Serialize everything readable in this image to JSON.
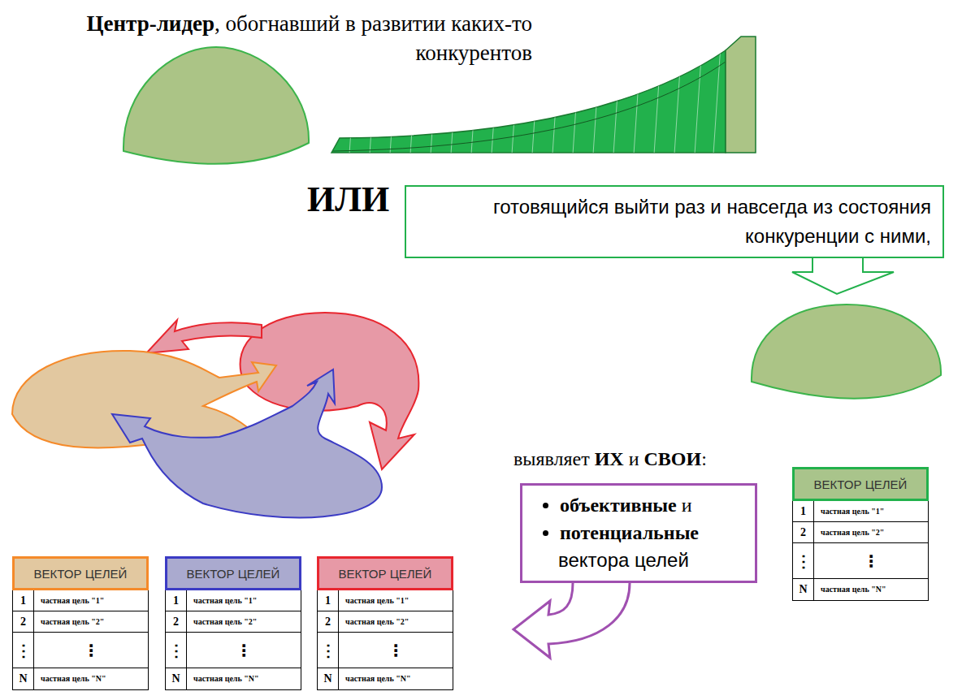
{
  "diagram": {
    "nodes": [
      {
        "text": [
          "готовящийся выйти раз и навсегда из состояния конкуренции с ними,"
        ]
      },
      {
        "text": [
          "ВЕКТОР ЦЕЛЕЙ",
          "1",
          "частная цель \"1\"",
          "2",
          "частная цель \"2\"",
          "⋮",
          "⋮",
          "N",
          "частная цель \"N\""
        ]
      },
      {
        "text": [
          "объективные",
          "и",
          "потенциальные",
          "вектора целей"
        ]
      },
      {
        "text": [
          "ВЕКТОР ЦЕЛЕЙ",
          "1",
          "частная цель \"1\"",
          "2",
          "частная цель \"2\"",
          "⋮",
          "⋮",
          "N",
          "частная цель \"N\""
        ]
      },
      {
        "text": [
          "ВЕКТОР ЦЕЛЕЙ",
          "1",
          "частная цель \"1\"",
          "2",
          "частная цель \"2\"",
          "⋮",
          "⋮",
          "N",
          "частная цель \"N\""
        ]
      },
      {
        "text": [
          "ВЕКТОР ЦЕЛЕЙ",
          "1",
          "частная цель \"1\"",
          "2",
          "частная цель \"2\"",
          "⋮",
          "⋮",
          "N",
          "частная цель \"N\""
        ]
      }
    ],
    "labels": [
      "Центр-лидер",
      ", обогнавший в развитии каких-то конкурентов",
      "ИЛИ",
      "выявляет",
      "ИХ",
      "и",
      "СВОИ",
      ":"
    ]
  }
}
